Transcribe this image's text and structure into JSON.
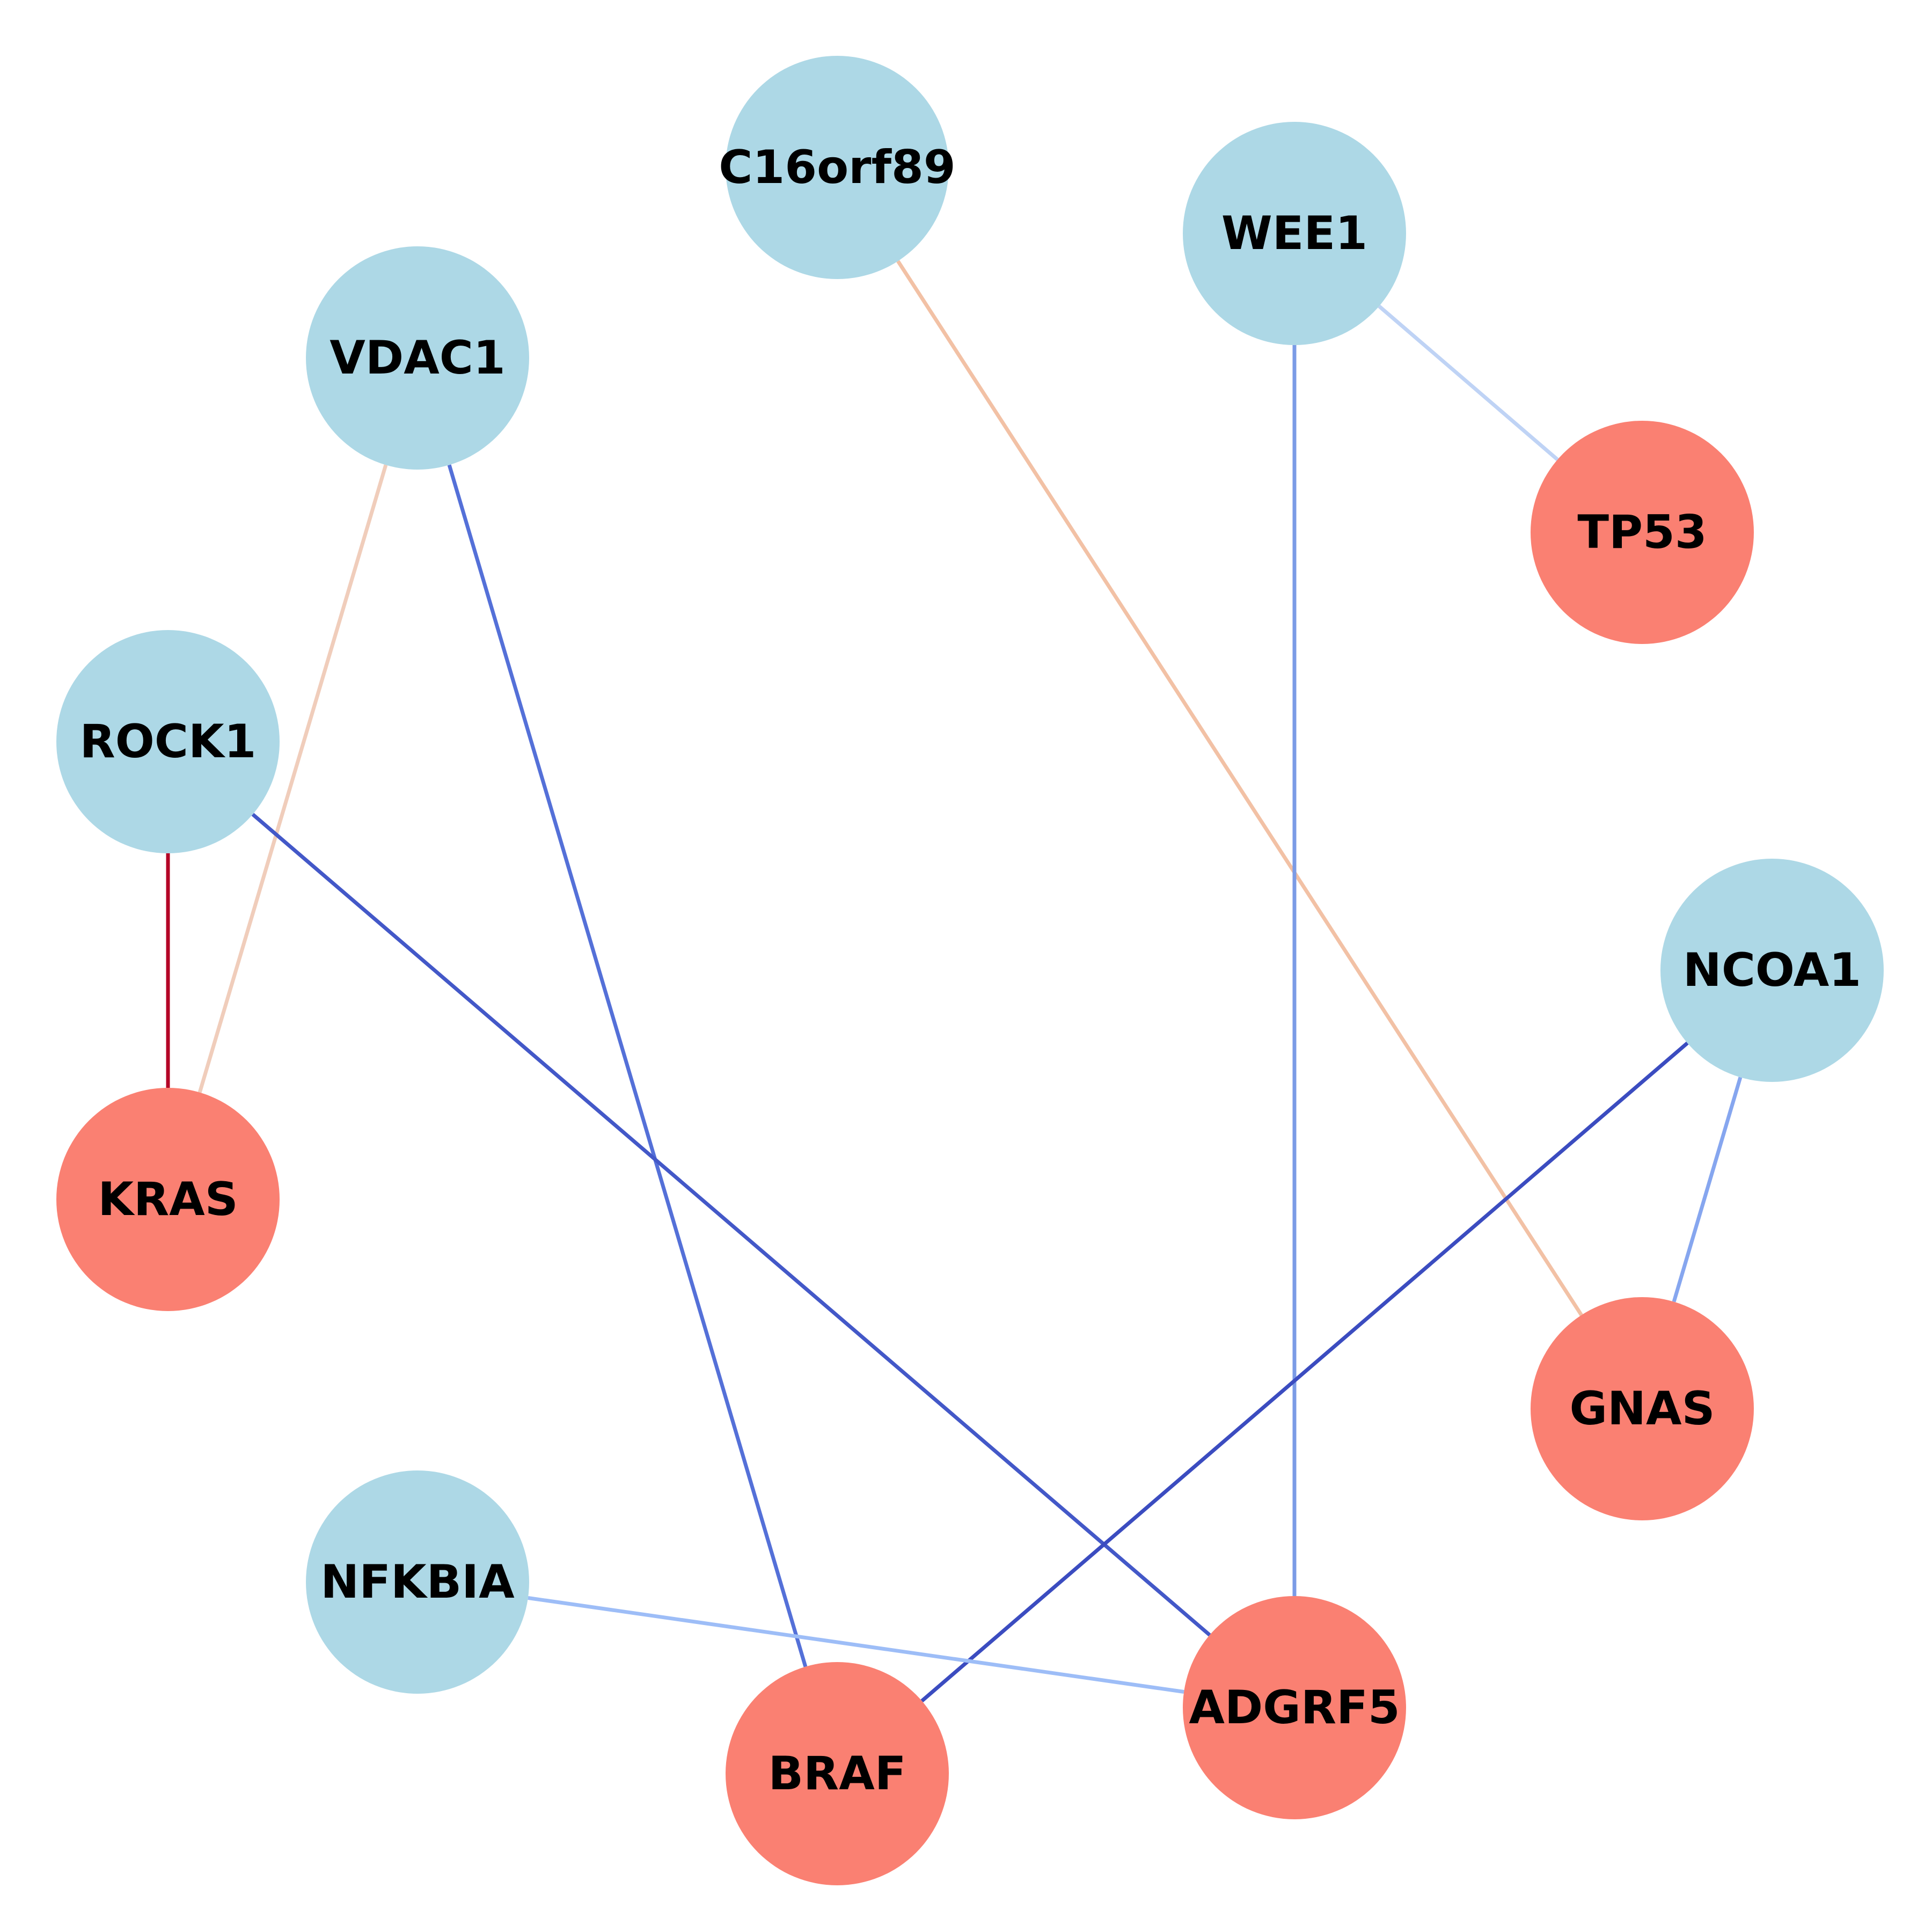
{
  "graph": {
    "node_colors": {
      "blue": "#ADD8E6",
      "red": "#FA8072"
    },
    "nodes": [
      {
        "id": "C16orf89",
        "label": "C16orf89",
        "color": "blue"
      },
      {
        "id": "WEE1",
        "label": "WEE1",
        "color": "blue"
      },
      {
        "id": "VDAC1",
        "label": "VDAC1",
        "color": "blue"
      },
      {
        "id": "TP53",
        "label": "TP53",
        "color": "red"
      },
      {
        "id": "ROCK1",
        "label": "ROCK1",
        "color": "blue"
      },
      {
        "id": "NCOA1",
        "label": "NCOA1",
        "color": "blue"
      },
      {
        "id": "KRAS",
        "label": "KRAS",
        "color": "red"
      },
      {
        "id": "GNAS",
        "label": "GNAS",
        "color": "red"
      },
      {
        "id": "NFKBIA",
        "label": "NFKBIA",
        "color": "blue"
      },
      {
        "id": "ADGRF5",
        "label": "ADGRF5",
        "color": "red"
      },
      {
        "id": "BRAF",
        "label": "BRAF",
        "color": "red"
      }
    ],
    "edges": [
      {
        "source": "C16orf89",
        "target": "GNAS",
        "color": "#F2C1A5"
      },
      {
        "source": "WEE1",
        "target": "TP53",
        "color": "#BFD3F5"
      },
      {
        "source": "WEE1",
        "target": "ADGRF5",
        "color": "#7B9BE6"
      },
      {
        "source": "VDAC1",
        "target": "KRAS",
        "color": "#F0CDBB"
      },
      {
        "source": "VDAC1",
        "target": "BRAF",
        "color": "#5470D8"
      },
      {
        "source": "ROCK1",
        "target": "KRAS",
        "color": "#B40426"
      },
      {
        "source": "ROCK1",
        "target": "ADGRF5",
        "color": "#4358C8"
      },
      {
        "source": "NCOA1",
        "target": "GNAS",
        "color": "#86A6EF"
      },
      {
        "source": "NCOA1",
        "target": "BRAF",
        "color": "#3B4CC0"
      },
      {
        "source": "NFKBIA",
        "target": "ADGRF5",
        "color": "#9DBDF7"
      }
    ]
  }
}
